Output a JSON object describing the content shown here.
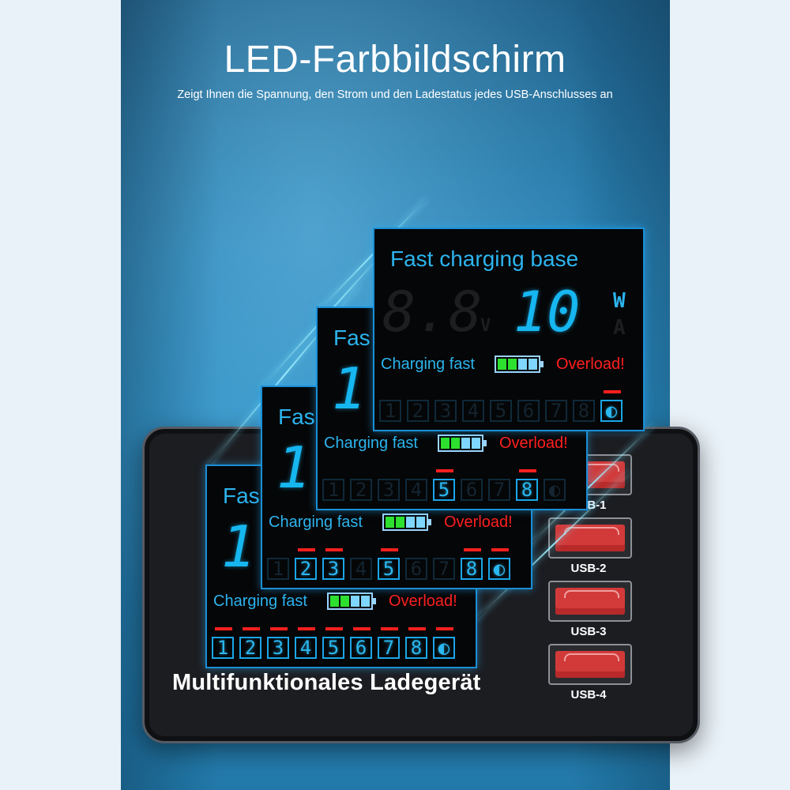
{
  "header": {
    "title": "LED-Farbbildschirm",
    "subtitle": "Zeigt Ihnen die Spannung, den Strom und den Ladestatus jedes USB-Anschlusses an"
  },
  "device": {
    "label": "Multifunktionales Ladegerät",
    "usb_ports": [
      "USB-1",
      "USB-2",
      "USB-3",
      "USB-4"
    ]
  },
  "screens": [
    {
      "id": "screen-1",
      "title": "Fas",
      "digits": "1",
      "charging_label": "Charging fast",
      "overload_label": "Overload!",
      "ports": [
        "1",
        "2",
        "3",
        "4",
        "5",
        "6",
        "7",
        "8",
        "◐"
      ],
      "lit_ports": [
        1,
        2,
        3,
        4,
        5,
        6,
        7,
        8,
        9
      ]
    },
    {
      "id": "screen-2",
      "title": "Fas",
      "digits": "1",
      "charging_label": "Charging fast",
      "overload_label": "Overload!",
      "ports": [
        "1",
        "2",
        "3",
        "4",
        "5",
        "6",
        "7",
        "8",
        "◐"
      ],
      "lit_ports": [
        2,
        3,
        5,
        8,
        9
      ]
    },
    {
      "id": "screen-3",
      "title": "Fas",
      "digits": "1",
      "charging_label": "Charging fast",
      "overload_label": "Overload!",
      "ports": [
        "1",
        "2",
        "3",
        "4",
        "5",
        "6",
        "7",
        "8",
        "◐"
      ],
      "lit_ports": [
        5,
        8
      ]
    },
    {
      "id": "screen-4",
      "title": "Fast charging base",
      "digits": "10",
      "unit_w": "W",
      "unit_a": "A",
      "unit_v": "V",
      "charging_label": "Charging fast",
      "overload_label": "Overload!",
      "ports": [
        "1",
        "2",
        "3",
        "4",
        "5",
        "6",
        "7",
        "8",
        "◐"
      ],
      "lit_ports": [
        9
      ]
    }
  ],
  "colors": {
    "panel_blue": "#2a84b6",
    "lcd_blue": "#2cb4ee",
    "overload_red": "#ff1f1f",
    "battery_green": "#2ee02e",
    "battery_cyan": "#7fd6ff"
  }
}
